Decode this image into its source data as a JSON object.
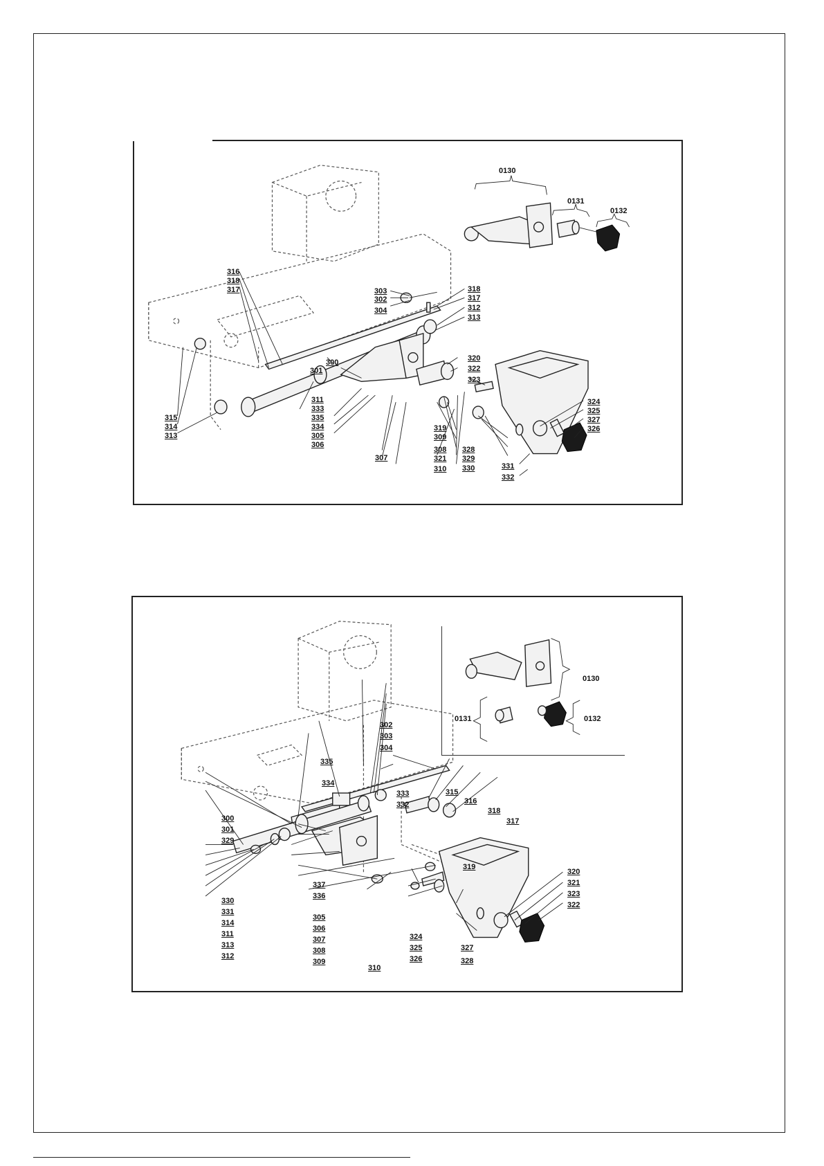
{
  "top_diagram": {
    "assembly_labels": [
      "0130",
      "0131",
      "0132"
    ],
    "parts": [
      {
        "id": "316"
      },
      {
        "id": "318"
      },
      {
        "id": "317"
      },
      {
        "id": "303"
      },
      {
        "id": "302"
      },
      {
        "id": "304"
      },
      {
        "id": "318b",
        "text": "318"
      },
      {
        "id": "317b",
        "text": "317"
      },
      {
        "id": "312"
      },
      {
        "id": "313"
      },
      {
        "id": "300"
      },
      {
        "id": "301"
      },
      {
        "id": "320"
      },
      {
        "id": "322"
      },
      {
        "id": "323"
      },
      {
        "id": "315"
      },
      {
        "id": "314"
      },
      {
        "id": "313b",
        "text": "313"
      },
      {
        "id": "311"
      },
      {
        "id": "333"
      },
      {
        "id": "335"
      },
      {
        "id": "334"
      },
      {
        "id": "305"
      },
      {
        "id": "306"
      },
      {
        "id": "307"
      },
      {
        "id": "319"
      },
      {
        "id": "309"
      },
      {
        "id": "308"
      },
      {
        "id": "321"
      },
      {
        "id": "310"
      },
      {
        "id": "328"
      },
      {
        "id": "329"
      },
      {
        "id": "330"
      },
      {
        "id": "324"
      },
      {
        "id": "325"
      },
      {
        "id": "327"
      },
      {
        "id": "326"
      },
      {
        "id": "331"
      },
      {
        "id": "332"
      }
    ]
  },
  "bottom_diagram": {
    "assembly_labels": [
      "0130",
      "0131",
      "0132"
    ],
    "parts": [
      {
        "id": "302"
      },
      {
        "id": "303"
      },
      {
        "id": "304"
      },
      {
        "id": "335"
      },
      {
        "id": "334"
      },
      {
        "id": "333"
      },
      {
        "id": "332"
      },
      {
        "id": "315"
      },
      {
        "id": "316"
      },
      {
        "id": "318"
      },
      {
        "id": "317"
      },
      {
        "id": "300"
      },
      {
        "id": "301"
      },
      {
        "id": "329"
      },
      {
        "id": "330"
      },
      {
        "id": "331"
      },
      {
        "id": "314"
      },
      {
        "id": "311"
      },
      {
        "id": "313"
      },
      {
        "id": "312"
      },
      {
        "id": "337"
      },
      {
        "id": "336"
      },
      {
        "id": "305"
      },
      {
        "id": "306"
      },
      {
        "id": "307"
      },
      {
        "id": "308"
      },
      {
        "id": "309"
      },
      {
        "id": "310"
      },
      {
        "id": "319"
      },
      {
        "id": "324"
      },
      {
        "id": "325"
      },
      {
        "id": "326"
      },
      {
        "id": "327"
      },
      {
        "id": "328"
      },
      {
        "id": "320"
      },
      {
        "id": "321"
      },
      {
        "id": "323"
      },
      {
        "id": "322"
      }
    ]
  }
}
